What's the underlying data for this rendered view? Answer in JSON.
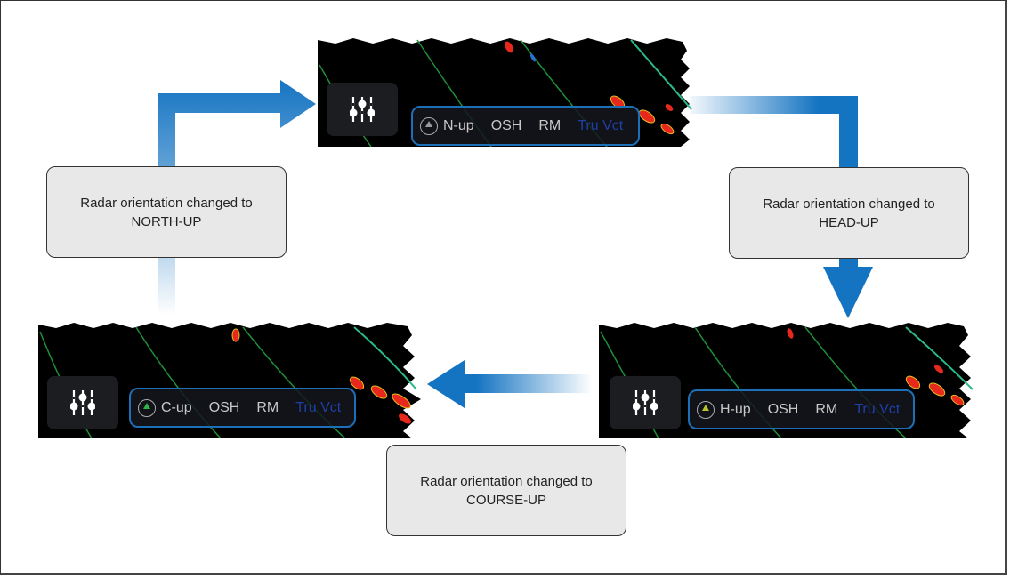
{
  "diagram": {
    "title": "Radar orientation cycle",
    "colors": {
      "arrow": "#1574c2",
      "panel_bar_border": "#1d6fb8",
      "tru_vct": "#1e3fa6",
      "callout_bg": "#e8e8e8"
    },
    "panels": [
      {
        "id": "north-up",
        "orientation_label": "N-up",
        "orientation_icon_color": "#9a9a9a",
        "items": [
          "OSH",
          "RM"
        ],
        "vector_label": "Tru Vct"
      },
      {
        "id": "head-up",
        "orientation_label": "H-up",
        "orientation_icon_color": "#b8c42a",
        "items": [
          "OSH",
          "RM"
        ],
        "vector_label": "Tru Vct"
      },
      {
        "id": "course-up",
        "orientation_label": "C-up",
        "orientation_icon_color": "#2db34a",
        "items": [
          "OSH",
          "RM"
        ],
        "vector_label": "Tru Vct"
      }
    ],
    "callouts": [
      {
        "line1": "Radar orientation changed to",
        "line2": "NORTH-UP"
      },
      {
        "line1": "Radar orientation changed to",
        "line2": "HEAD-UP"
      },
      {
        "line1": "Radar orientation changed to",
        "line2": "COURSE-UP"
      }
    ],
    "flow": [
      "course-up → north-up",
      "north-up → head-up",
      "head-up → course-up"
    ]
  }
}
